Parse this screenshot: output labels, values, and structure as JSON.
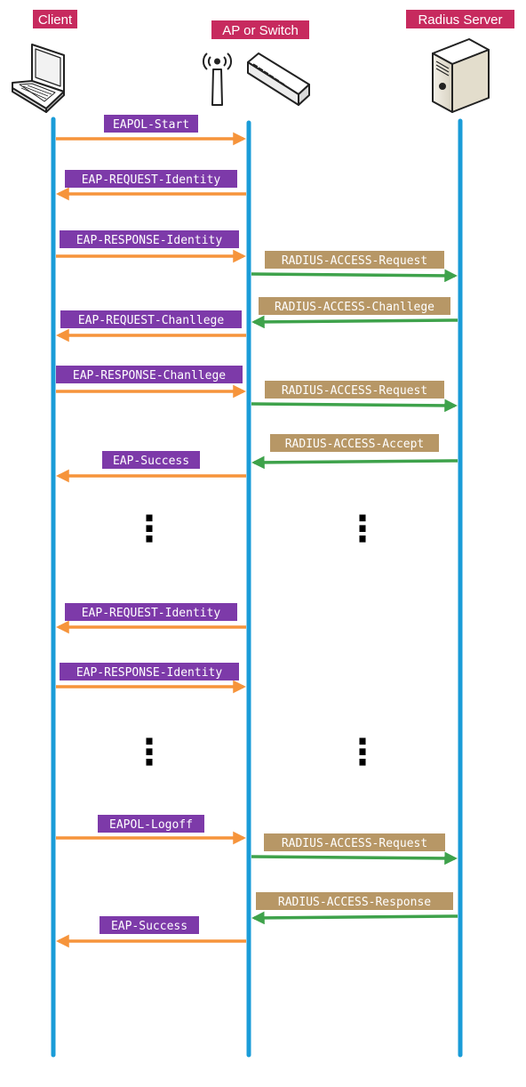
{
  "actors": [
    {
      "id": "client",
      "label": "Client",
      "icon": "laptop-icon"
    },
    {
      "id": "ap",
      "label": "AP or Switch",
      "icon": "access-point-switch-icon"
    },
    {
      "id": "server",
      "label": "Radius Server",
      "icon": "server-icon"
    }
  ],
  "colors": {
    "lifeline": "#1a9cd8",
    "actor_label_bg": "#c72a5e",
    "eap_arrow": "#f6943b",
    "eap_label_bg": "#7d3aa9",
    "radius_arrow": "#3ea24b",
    "radius_label_bg": "#b79766",
    "label_text": "#ffffff"
  },
  "messages": [
    {
      "label": "EAPOL-Start",
      "from": "client",
      "to": "ap",
      "kind": "eap"
    },
    {
      "label": "EAP-REQUEST-Identity",
      "from": "ap",
      "to": "client",
      "kind": "eap"
    },
    {
      "label": "EAP-RESPONSE-Identity",
      "from": "client",
      "to": "ap",
      "kind": "eap"
    },
    {
      "label": "RADIUS-ACCESS-Request",
      "from": "ap",
      "to": "server",
      "kind": "radius"
    },
    {
      "label": "RADIUS-ACCESS-Chanllege",
      "from": "server",
      "to": "ap",
      "kind": "radius"
    },
    {
      "label": "EAP-REQUEST-Chanllege",
      "from": "ap",
      "to": "client",
      "kind": "eap"
    },
    {
      "label": "EAP-RESPONSE-Chanllege",
      "from": "client",
      "to": "ap",
      "kind": "eap"
    },
    {
      "label": "RADIUS-ACCESS-Request",
      "from": "ap",
      "to": "server",
      "kind": "radius"
    },
    {
      "label": "RADIUS-ACCESS-Accept",
      "from": "server",
      "to": "ap",
      "kind": "radius"
    },
    {
      "label": "EAP-Success",
      "from": "ap",
      "to": "client",
      "kind": "eap"
    },
    {
      "label": "EAP-REQUEST-Identity",
      "from": "ap",
      "to": "client",
      "kind": "eap"
    },
    {
      "label": "EAP-RESPONSE-Identity",
      "from": "client",
      "to": "ap",
      "kind": "eap"
    },
    {
      "label": "EAPOL-Logoff",
      "from": "client",
      "to": "ap",
      "kind": "eap"
    },
    {
      "label": "RADIUS-ACCESS-Request",
      "from": "ap",
      "to": "server",
      "kind": "radius"
    },
    {
      "label": "RADIUS-ACCESS-Response",
      "from": "server",
      "to": "ap",
      "kind": "radius"
    },
    {
      "label": "EAP-Success",
      "from": "ap",
      "to": "client",
      "kind": "eap"
    }
  ],
  "ellipses": [
    {
      "symbol": "⋮"
    },
    {
      "symbol": "⋮"
    },
    {
      "symbol": "⋮"
    },
    {
      "symbol": "⋮"
    }
  ]
}
